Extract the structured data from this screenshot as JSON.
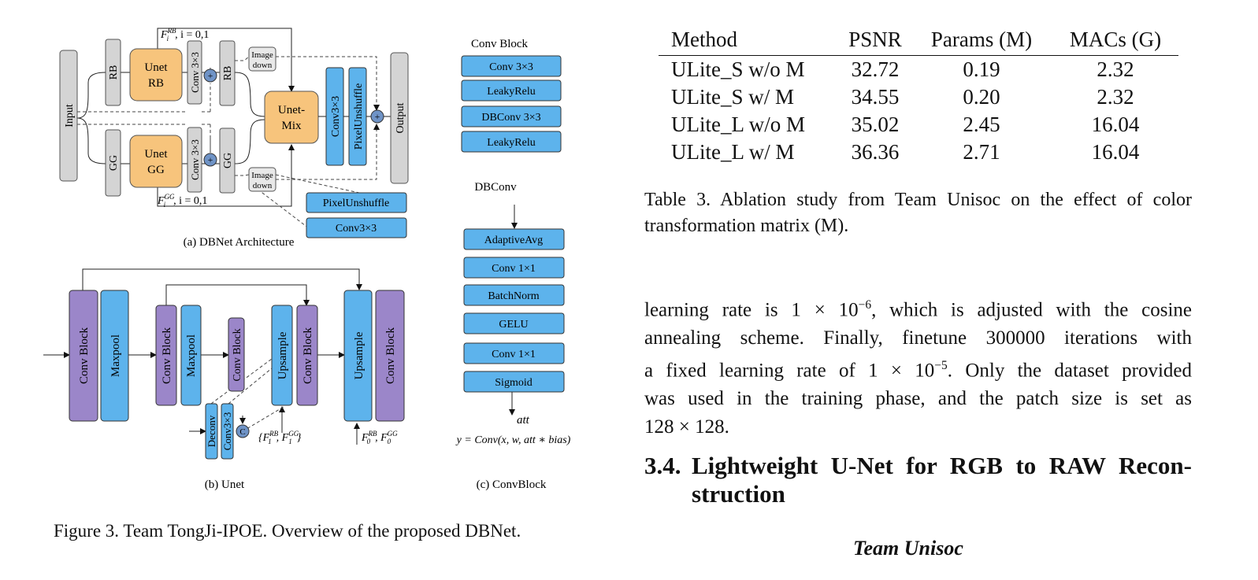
{
  "figure": {
    "panel_a": {
      "caption": "(a) DBNet Architecture",
      "input": "Input",
      "output": "Output",
      "rb": "RB",
      "gg": "GG",
      "unet_rb": [
        "Unet",
        "RB"
      ],
      "unet_gg": [
        "Unet",
        "GG"
      ],
      "unet_mix": [
        "Unet-",
        "Mix"
      ],
      "conv33": "Conv 3×3",
      "image_down": [
        "Image",
        "down"
      ],
      "conv3x3": "Conv3×3",
      "pixelunshuffle": "PixelUnshuffle",
      "plus": "+",
      "f_rb_label": "F",
      "f_rb_sup": "RB",
      "f_rb_sub": "i",
      "f_rb_tail": ", i = 0,1",
      "f_gg_label": "F",
      "f_gg_sup": "GG",
      "f_gg_sub": "i",
      "f_gg_tail": ", i = 0,1"
    },
    "panel_b": {
      "caption": "(b) Unet",
      "conv_block": "Conv Block",
      "maxpool": "Maxpool",
      "upsample": "Upsample",
      "deconv": "Deconv",
      "conv3x3": "Conv3×3",
      "concat": "C",
      "f1_label": "{F",
      "f1_sup_a": "RB",
      "f1_sub": "1",
      "f1_mid": ", F",
      "f1_sup_b": "GG",
      "f1_end": "}",
      "f0_label": "F",
      "f0_sup_a": "RB",
      "f0_sub": "0",
      "f0_mid": ", F",
      "f0_sup_b": "GG"
    },
    "panel_c": {
      "caption": "(c) ConvBlock",
      "conv_block_title": "Conv Block",
      "conv_block_items": [
        "Conv 3×3",
        "LeakyRelu",
        "DBConv 3×3",
        "LeakyRelu"
      ],
      "dbconv_title": "DBConv",
      "dbconv_items": [
        "AdaptiveAvg",
        "Conv 1×1",
        "BatchNorm",
        "GELU",
        "Conv 1×1",
        "Sigmoid"
      ],
      "att": "att",
      "formula": "y = Conv(x, w, att ∗ bias)"
    },
    "caption": "Figure 3. Team TongJi-IPOE. Overview of the proposed DBNet."
  },
  "table": {
    "headers": [
      "Method",
      "PSNR",
      "Params (M)",
      "MACs (G)"
    ],
    "rows": [
      [
        "ULite_S w/o M",
        "32.72",
        "0.19",
        "2.32"
      ],
      [
        "ULite_S w/ M",
        "34.55",
        "0.20",
        "2.32"
      ],
      [
        "ULite_L w/o M",
        "35.02",
        "2.45",
        "16.04"
      ],
      [
        "ULite_L w/ M",
        "36.36",
        "2.71",
        "16.04"
      ]
    ],
    "caption_lines": [
      "Table 3.  Ablation study from Team Unisoc on the effect of color",
      "transformation matrix (M)."
    ]
  },
  "body_text": {
    "l1_a": "learning rate is 1 × 10",
    "l1_sup": "−6",
    "l1_b": ", which is adjusted with the cosine",
    "l2": "annealing scheme.  Finally, finetune 300000 iterations with",
    "l3_a": "a fixed learning rate of 1 × 10",
    "l3_sup": "−5",
    "l3_b": ". Only the dataset provided",
    "l4": "was used in the training phase, and the patch size is set as",
    "l5": "128 × 128."
  },
  "section": {
    "number": "3.4.",
    "title_line1": "Lightweight U-Net for RGB to RAW Recon-",
    "title_line2": "struction"
  },
  "team": "Team Unisoc",
  "colors": {
    "orange": "#f7c47c",
    "blue": "#5db3ec",
    "purple": "#9b86c9",
    "gray": "#d4d4d4",
    "plus_blue": "#6f93c6"
  }
}
